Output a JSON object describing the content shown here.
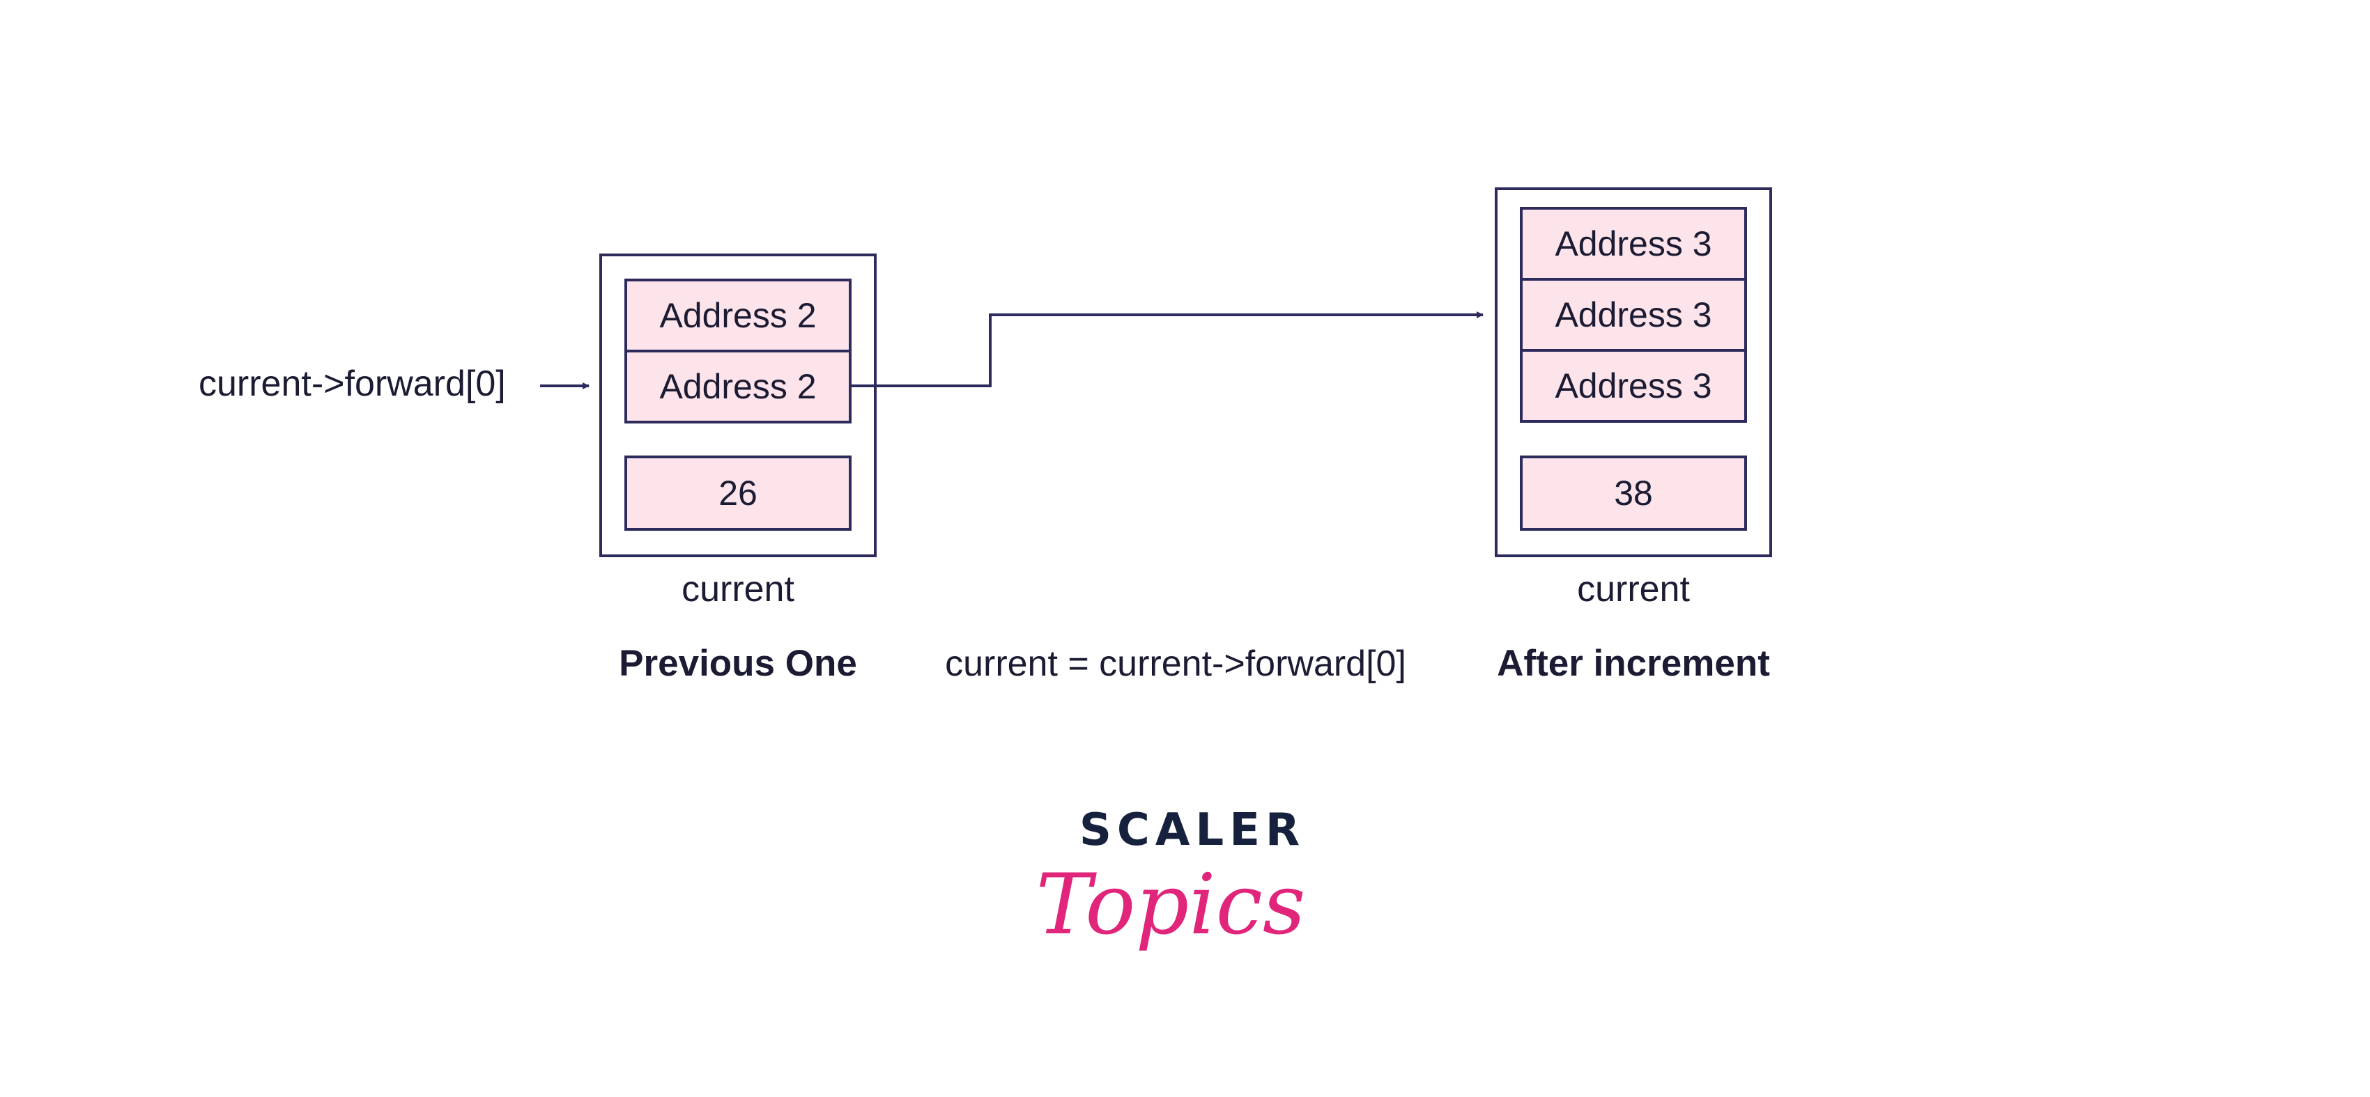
{
  "colors": {
    "stroke": "#2d2b5c",
    "cell_fill": "#fde4ea",
    "text": "#1b1b33",
    "logo_dark": "#16213e",
    "logo_pink": "#e0257a"
  },
  "pointer_label": "current->forward[0]",
  "left_node": {
    "cells": [
      "Address 2",
      "Address 2"
    ],
    "value": "26",
    "label": "current",
    "caption": "Previous One"
  },
  "right_node": {
    "cells": [
      "Address 3",
      "Address 3",
      "Address 3"
    ],
    "value": "38",
    "label": "current",
    "caption": "After increment"
  },
  "assignment": "current = current->forward[0]",
  "logo": {
    "top": "SCALER",
    "bottom": "Topics"
  }
}
